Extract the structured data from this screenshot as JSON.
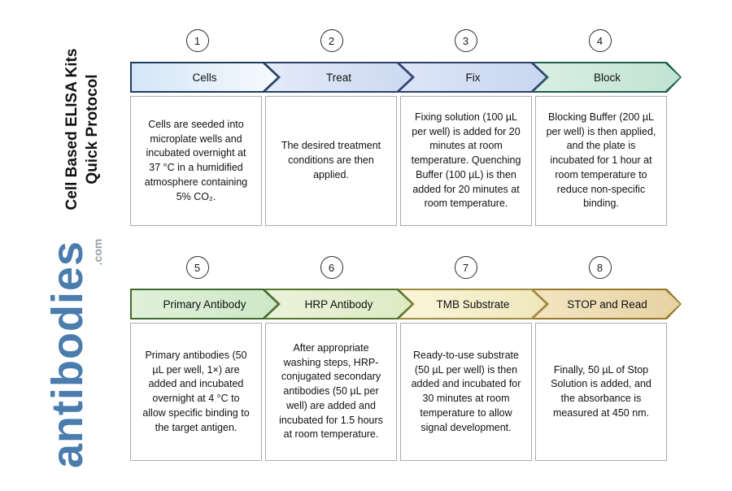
{
  "sidebar": {
    "title_line1": "Cell Based ELISA Kits",
    "title_line2": "Quick Protocol",
    "brand": "antibodies",
    "brand_suffix": ".com",
    "brand_color": "#4a7cad"
  },
  "steps": [
    {
      "number": "1",
      "title": "Cells",
      "description": "Cells are seeded into microplate wells and incubated overnight at 37 °C in a humidified atmosphere containing 5% CO₂.",
      "fill_from": "#d4e6f7",
      "fill_to": "#f6fafd",
      "border": "#1e3c5f"
    },
    {
      "number": "2",
      "title": "Treat",
      "description": "The desired treatment conditions are then applied.",
      "fill_from": "#e4ebf9",
      "fill_to": "#ccd9f1",
      "border": "#2c3e70"
    },
    {
      "number": "3",
      "title": "Fix",
      "description": "Fixing solution (100 µL per well) is added for 20 minutes at room temperature. Quenching Buffer (100 µL) is then added for 20 minutes at room temperature.",
      "fill_from": "#dde6f7",
      "fill_to": "#c8d6f0",
      "border": "#2c3e70"
    },
    {
      "number": "4",
      "title": "Block",
      "description": "Blocking Buffer (200 µL per well) is then applied, and the plate is incubated for 1 hour at room temperature to reduce non-specific binding.",
      "fill_from": "#d9efe3",
      "fill_to": "#c1e3d2",
      "border": "#1c5e50"
    },
    {
      "number": "5",
      "title": "Primary Antibody",
      "description": "Primary antibodies (50 µL per well, 1×) are added and incubated overnight at 4 °C to allow specific binding to the target antigen.",
      "fill_from": "#e0f0da",
      "fill_to": "#cde8c7",
      "border": "#3f6b2e"
    },
    {
      "number": "6",
      "title": "HRP Antibody",
      "description": "After appropriate washing steps, HRP-conjugated secondary antibodies (50 µL per well) are added and incubated for 1.5 hours at room temperature.",
      "fill_from": "#eaf3da",
      "fill_to": "#dcebc4",
      "border": "#56742c"
    },
    {
      "number": "7",
      "title": "TMB Substrate",
      "description": "Ready-to-use substrate (50 µL per well) is then added and incubated for 30 minutes at room temperature to allow signal development.",
      "fill_from": "#faf6da",
      "fill_to": "#f0e7bc",
      "border": "#9d8c3f"
    },
    {
      "number": "8",
      "title": "STOP and Read",
      "description": "Finally, 50 µL of Stop Solution is added, and the absorbance is measured at 450 nm.",
      "fill_from": "#f3e5c4",
      "fill_to": "#e6d2a1",
      "border": "#9a7728"
    }
  ]
}
